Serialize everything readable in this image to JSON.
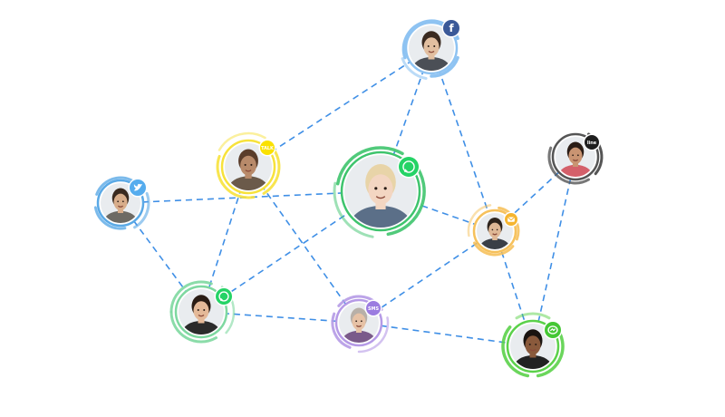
{
  "network": {
    "nodes": [
      {
        "id": "n-facebook",
        "channel": "facebook",
        "ring": "#8ec3f2",
        "badge": "#3b5998",
        "badge_text": "f",
        "skin": "#e2bfa0",
        "hair": "#3a2a20",
        "shirt": "#4b4f56"
      },
      {
        "id": "n-kakaotalk",
        "channel": "kakaotalk",
        "ring": "#f7e23c",
        "badge": "#fae100",
        "badge_text": "TALK",
        "skin": "#b88a6a",
        "hair": "#5a3d2b",
        "shirt": "#6b5a4a"
      },
      {
        "id": "n-whatsapp-center",
        "channel": "whatsapp",
        "ring": "#3ec46d",
        "badge": "#25d366",
        "badge_text": "",
        "skin": "#f3d6c2",
        "hair": "#e8d4a8",
        "shirt": "#5b6f88"
      },
      {
        "id": "n-line",
        "channel": "line",
        "ring": "#555555",
        "badge": "#1f1f1f",
        "badge_text": "line",
        "skin": "#c99472",
        "hair": "#2b1d16",
        "shirt": "#d4606a"
      },
      {
        "id": "n-twitter",
        "channel": "twitter",
        "ring": "#5aa9e6",
        "badge": "#55acee",
        "badge_text": "",
        "skin": "#d8ad8a",
        "hair": "#3a2a1f",
        "shirt": "#6d6a64"
      },
      {
        "id": "n-email",
        "channel": "email",
        "ring": "#f6c15c",
        "badge": "#f5b530",
        "badge_text": "",
        "skin": "#dfb896",
        "hair": "#2e241d",
        "shirt": "#3a3f47"
      },
      {
        "id": "n-whatsapp-left",
        "channel": "whatsapp",
        "ring": "#7ed8a0",
        "badge": "#25d366",
        "badge_text": "",
        "skin": "#e4b998",
        "hair": "#2a1c14",
        "shirt": "#2b2b2b"
      },
      {
        "id": "n-sms",
        "channel": "sms",
        "ring": "#b59ae6",
        "badge": "#9b7ce0",
        "badge_text": "SMS",
        "skin": "#e6c2a6",
        "hair": "#b8b0a8",
        "shirt": "#7a5a8a"
      },
      {
        "id": "n-messenger",
        "channel": "messenger",
        "ring": "#5bd14a",
        "badge": "#44c734",
        "badge_text": "",
        "skin": "#8a5a3c",
        "hair": "#1a1410",
        "shirt": "#222222"
      }
    ],
    "edges": [
      [
        "n-facebook",
        "n-kakaotalk"
      ],
      [
        "n-facebook",
        "n-whatsapp-center"
      ],
      [
        "n-facebook",
        "n-email"
      ],
      [
        "n-kakaotalk",
        "n-whatsapp-left"
      ],
      [
        "n-kakaotalk",
        "n-sms"
      ],
      [
        "n-twitter",
        "n-whatsapp-center"
      ],
      [
        "n-twitter",
        "n-whatsapp-left"
      ],
      [
        "n-whatsapp-center",
        "n-email"
      ],
      [
        "n-whatsapp-center",
        "n-whatsapp-left"
      ],
      [
        "n-line",
        "n-email"
      ],
      [
        "n-line",
        "n-messenger"
      ],
      [
        "n-email",
        "n-sms"
      ],
      [
        "n-email",
        "n-messenger"
      ],
      [
        "n-whatsapp-left",
        "n-sms"
      ],
      [
        "n-sms",
        "n-messenger"
      ]
    ]
  }
}
